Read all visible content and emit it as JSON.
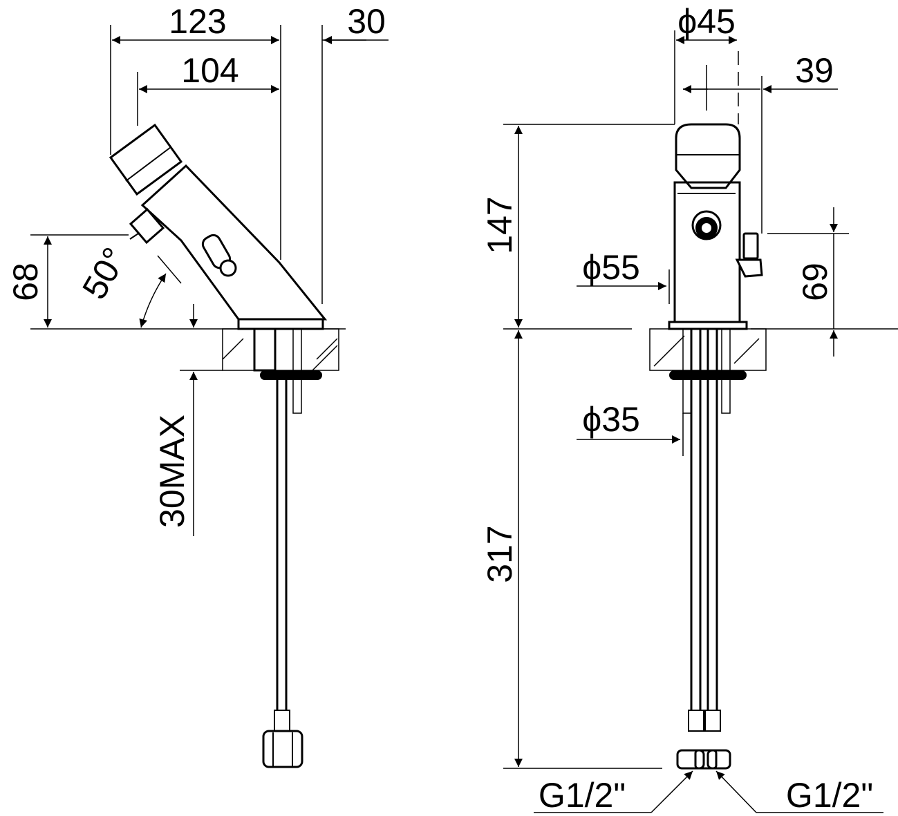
{
  "side_view": {
    "dims": {
      "overall_depth": "123",
      "spout_reach": "104",
      "base_offset": "30",
      "button_height": "68",
      "angle": "50°",
      "deck_thickness": "30MAX"
    }
  },
  "front_view": {
    "dims": {
      "body_diameter": "ϕ45",
      "lever_offset": "39",
      "total_height": "147",
      "base_diameter": "ϕ55",
      "lever_height": "69",
      "hole_diameter": "ϕ35",
      "hose_length": "317",
      "thread_left": "G1/2\"",
      "thread_right": "G1/2\""
    }
  }
}
